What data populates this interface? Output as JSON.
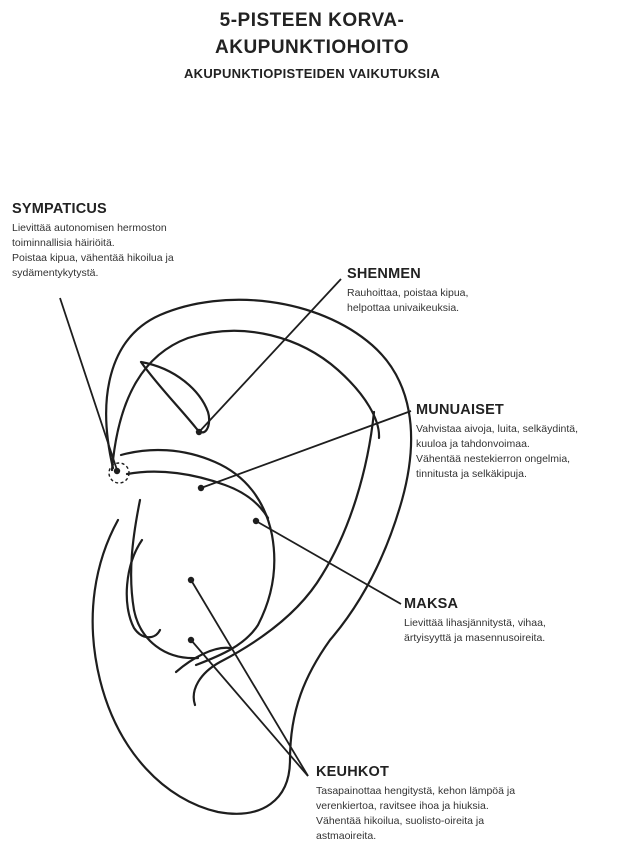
{
  "title": {
    "line1": "5-PISTEEN KORVA-",
    "line2": "AKUPUNKTIOHOITO",
    "subtitle": "AKUPUNKTIOPISTEIDEN VAIKUTUKSIA"
  },
  "points": {
    "sympaticus": {
      "name": "SYMPATICUS",
      "lines": [
        "Lievittää autonomisen hermoston",
        "toiminnallisia häiriöitä.",
        "Poistaa kipua, vähentää hikoilua ja",
        "sydämentykytystä."
      ]
    },
    "shenmen": {
      "name": "SHENMEN",
      "lines": [
        "Rauhoittaa, poistaa kipua,",
        "helpottaa univaikeuksia."
      ]
    },
    "munuaiset": {
      "name": "MUNUAISET",
      "lines": [
        "Vahvistaa aivoja, luita, selkäydintä,",
        "kuuloa ja tahdonvoimaa.",
        "Vähentää nestekierron ongelmia,",
        "tinnitusta ja selkäkipuja."
      ]
    },
    "maksa": {
      "name": "MAKSA",
      "lines": [
        "Lievittää lihasjännitystä, vihaa,",
        "ärtyisyyttä ja masennusoireita."
      ]
    },
    "keuhkot": {
      "name": "KEUHKOT",
      "lines": [
        "Tasapainottaa hengitystä, kehon lämpöä ja",
        "verenkiertoa, ravitsee ihoa ja hiuksia.",
        "Vähentää hikoilua, suolisto-oireita ja",
        "astmaoireita."
      ]
    }
  }
}
